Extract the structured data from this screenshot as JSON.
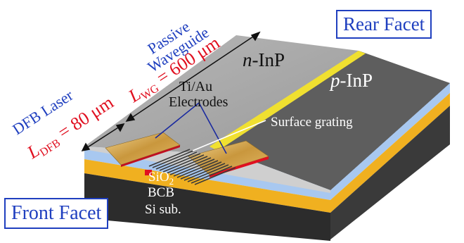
{
  "labels": {
    "rear_facet": "Rear Facet",
    "front_facet": "Front Facet",
    "n_inp": "n-InP",
    "p_inp": "p-InP",
    "passive_waveguide": [
      "Passive",
      "Waveguide"
    ],
    "l_wg": {
      "symbol": "L",
      "sub": "WG",
      "value": " = 600 μm"
    },
    "dfb_laser": "DFB Laser",
    "l_dfb": {
      "symbol": "L",
      "sub": "DFB",
      "value": " = 80 μm"
    },
    "electrodes": [
      "Ti/Au",
      "Electrodes"
    ],
    "surface_grating": "Surface grating",
    "sio2": {
      "base": "SiO",
      "sub": "2"
    },
    "bcb": "BCB",
    "si_sub": "Si sub."
  },
  "colors": {
    "label_blue": "#1f3fbf",
    "label_red": "#e01020",
    "frame_blue": "#1f3fbf",
    "inp_top": "#c0c0c0",
    "inp_side": "#5b5b5b",
    "yellow_stripe": "#f0e030",
    "light_blue_layer": "#a8c8f0",
    "bcb_gold": "#f0b020",
    "si_dark": "#2c2c2c",
    "gold_pad": "#d8a850"
  }
}
